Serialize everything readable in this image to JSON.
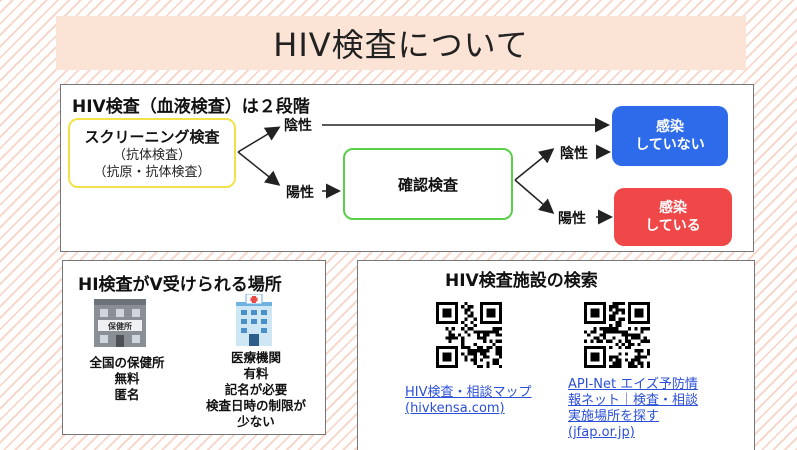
{
  "title": "HIV検査について",
  "flow": {
    "heading": "HIV検査（血液検査）は２段階",
    "screening": {
      "main": "スクリーニング検査",
      "sub1": "（抗体検査）",
      "sub2": "（抗原・抗体検査）"
    },
    "label_negative": "陰性",
    "label_positive": "陽性",
    "confirm": "確認検査",
    "result_negative": {
      "line1": "感染",
      "line2": "していない"
    },
    "result_positive": {
      "line1": "感染",
      "line2": "している"
    },
    "colors": {
      "screening_border": "#f2e14a",
      "confirm_border": "#5ad04a",
      "negative": "#2e6bea",
      "positive": "#f04848"
    }
  },
  "places": {
    "heading": "HI検査がV受けられる場所",
    "health_center": {
      "icon": "health-center-building-icon",
      "sign": "保健所",
      "line1": "全国の保健所",
      "line2": "無料",
      "line3": "匿名"
    },
    "medical": {
      "icon": "hospital-building-icon",
      "line1": "医療機関",
      "line2": "有料",
      "line3": "記名が必要",
      "line4": "検査日時の制限が",
      "line5": "少ない"
    }
  },
  "search": {
    "heading": "HIV検査施設の検索",
    "link1": {
      "line1": "HIV検査・相談マップ",
      "line2": "(hivkensa.com)"
    },
    "link2": {
      "line1": "API-Net エイズ予防情",
      "line2": "報ネット｜検査・相談",
      "line3": "実施場所を探す",
      "line4": "(jfap.or.jp)"
    },
    "qr_icon": "qr-code-icon"
  }
}
